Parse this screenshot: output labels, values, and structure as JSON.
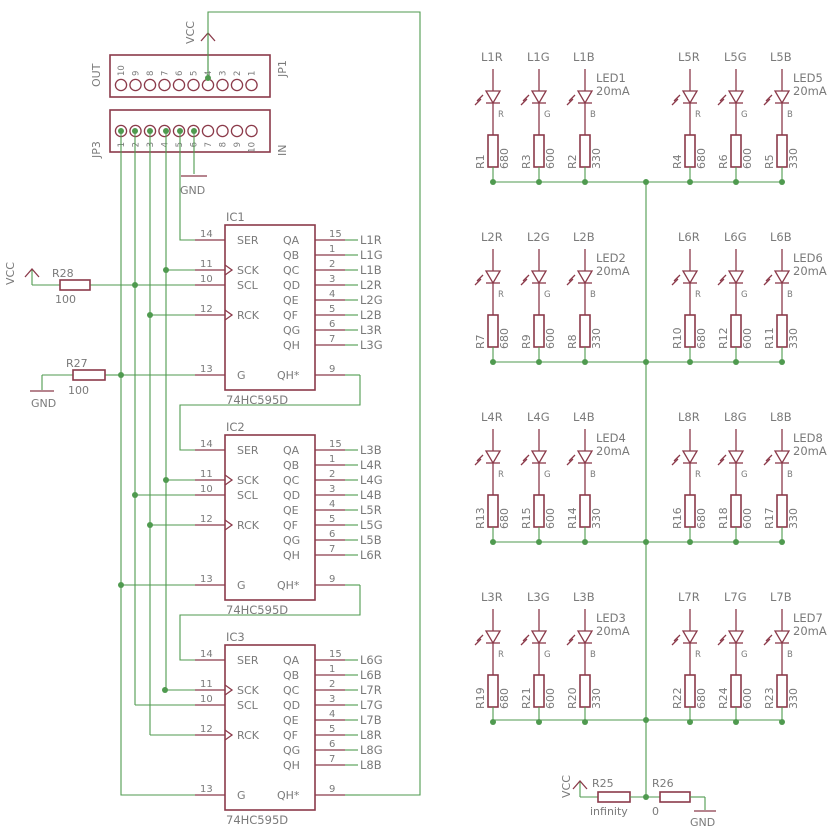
{
  "vcc_label": "VCC",
  "gnd_label": "GND",
  "jp1": {
    "name": "JP1",
    "side_label": "OUT",
    "pins": [
      "10",
      "9",
      "8",
      "7",
      "6",
      "5",
      "4",
      "3",
      "2",
      "1"
    ]
  },
  "jp3": {
    "name": "JP3",
    "side_label": "IN",
    "pins": [
      "1",
      "2",
      "3",
      "4",
      "5",
      "6",
      "7",
      "8",
      "9",
      "10"
    ]
  },
  "r28": {
    "name": "R28",
    "value": "100"
  },
  "r27": {
    "name": "R27",
    "value": "100"
  },
  "r25": {
    "name": "R25",
    "value": "infinity"
  },
  "r26": {
    "name": "R26",
    "value": "0"
  },
  "chip_part": "74HC595D",
  "chips": [
    {
      "name": "IC1",
      "outputs": [
        "L1R",
        "L1G",
        "L1B",
        "L2R",
        "L2G",
        "L2B",
        "L3R",
        "L3G"
      ]
    },
    {
      "name": "IC2",
      "outputs": [
        "L3B",
        "L4R",
        "L4G",
        "L4B",
        "L5R",
        "L5G",
        "L5B",
        "L6R"
      ]
    },
    {
      "name": "IC3",
      "outputs": [
        "L6G",
        "L6B",
        "L7R",
        "L7G",
        "L7B",
        "L8R",
        "L8G",
        "L8B"
      ]
    }
  ],
  "left_pins": [
    {
      "num": "14",
      "name": "SER"
    },
    {
      "num": "11",
      "name": "SCK"
    },
    {
      "num": "10",
      "name": "SCL"
    },
    {
      "num": "12",
      "name": "RCK"
    },
    {
      "num": "13",
      "name": "G"
    }
  ],
  "right_pins": [
    {
      "num": "15",
      "name": "QA"
    },
    {
      "num": "1",
      "name": "QB"
    },
    {
      "num": "2",
      "name": "QC"
    },
    {
      "num": "3",
      "name": "QD"
    },
    {
      "num": "4",
      "name": "QE"
    },
    {
      "num": "5",
      "name": "QF"
    },
    {
      "num": "6",
      "name": "QG"
    },
    {
      "num": "7",
      "name": "QH"
    }
  ],
  "qh_star": {
    "num": "9",
    "name": "QH*"
  },
  "led_current": "20mA",
  "led_letters": [
    "R",
    "G",
    "B"
  ],
  "leds": [
    {
      "name": "LED1",
      "signals": [
        "L1R",
        "L1G",
        "L1B"
      ],
      "resistors": [
        "R1",
        "R3",
        "R2"
      ],
      "values": [
        "680",
        "600",
        "330"
      ]
    },
    {
      "name": "LED5",
      "signals": [
        "L5R",
        "L5G",
        "L5B"
      ],
      "resistors": [
        "R4",
        "R6",
        "R5"
      ],
      "values": [
        "680",
        "600",
        "330"
      ]
    },
    {
      "name": "LED2",
      "signals": [
        "L2R",
        "L2G",
        "L2B"
      ],
      "resistors": [
        "R7",
        "R9",
        "R8"
      ],
      "values": [
        "680",
        "600",
        "330"
      ]
    },
    {
      "name": "LED6",
      "signals": [
        "L6R",
        "L6G",
        "L6B"
      ],
      "resistors": [
        "R10",
        "R12",
        "R11"
      ],
      "values": [
        "680",
        "600",
        "330"
      ]
    },
    {
      "name": "LED4",
      "signals": [
        "L4R",
        "L4G",
        "L4B"
      ],
      "resistors": [
        "R13",
        "R15",
        "R14"
      ],
      "values": [
        "680",
        "600",
        "330"
      ]
    },
    {
      "name": "LED8",
      "signals": [
        "L8R",
        "L8G",
        "L8B"
      ],
      "resistors": [
        "R16",
        "R18",
        "R17"
      ],
      "values": [
        "680",
        "600",
        "330"
      ]
    },
    {
      "name": "LED3",
      "signals": [
        "L3R",
        "L3G",
        "L3B"
      ],
      "resistors": [
        "R19",
        "R21",
        "R20"
      ],
      "values": [
        "680",
        "600",
        "330"
      ]
    },
    {
      "name": "LED7",
      "signals": [
        "L7R",
        "L7G",
        "L7B"
      ],
      "resistors": [
        "R22",
        "R24",
        "R23"
      ],
      "values": [
        "680",
        "600",
        "330"
      ]
    }
  ]
}
